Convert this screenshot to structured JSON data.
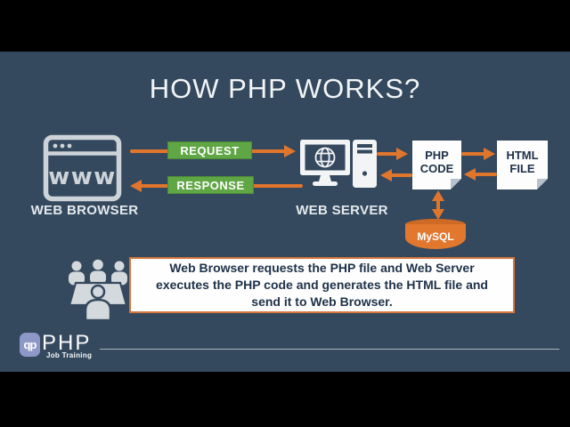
{
  "title": "HOW PHP WORKS?",
  "colors": {
    "slide_background": "#35495E",
    "letterbox": "#000000",
    "arrow_orange": "#E0752C",
    "badge_green": "#5FA644",
    "icon_gray": "#CDD3D9",
    "doc_text_navy": "#1E3148",
    "mysql_orange": "#E2772E",
    "logo_lavender": "#8E98C6"
  },
  "diagram": {
    "browser": {
      "label": "WEB BROWSER",
      "icon_text": "www",
      "icon": "browser-window-icon"
    },
    "request": {
      "label": "REQUEST"
    },
    "response": {
      "label": "RESPONSE"
    },
    "server": {
      "label": "WEB SERVER",
      "icon": "monitor-globe-tower-icon"
    },
    "php_doc": {
      "label": "PHP\nCODE",
      "icon": "document-page-icon"
    },
    "html_doc": {
      "label": "HTML\nFILE",
      "icon": "document-page-icon"
    },
    "database": {
      "label": "MySQL",
      "icon": "database-cylinder-icon"
    }
  },
  "description": {
    "icon": "team-meeting-icon",
    "text": "Web Browser requests the PHP file and Web Server\nexecutes the PHP code and generates the HTML file and\nsend it to Web Browser."
  },
  "footer": {
    "logo_glyph": "qp",
    "logo_title": "PHP",
    "logo_subtitle": "Job Training"
  }
}
